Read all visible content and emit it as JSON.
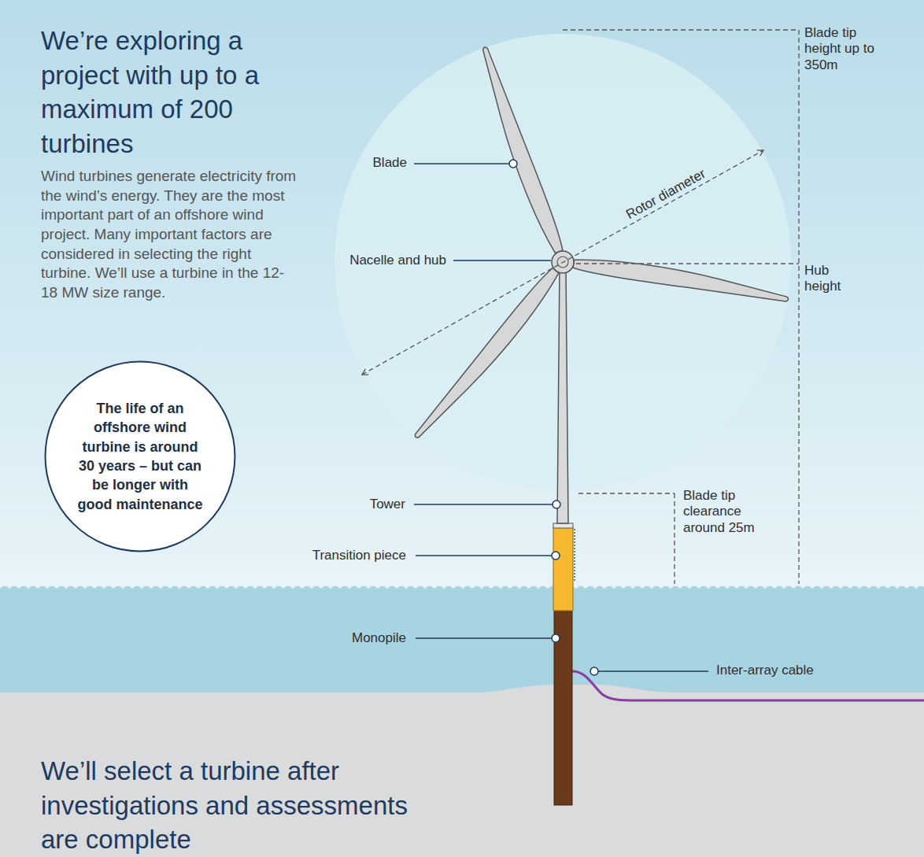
{
  "diagram": {
    "title": "We’re exploring a project with up to a maximum of 200 turbines",
    "nodes": [
      {
        "text": [
          "The life of an offshore wind turbine is around 30 years – but can be longer with good maintenance"
        ]
      }
    ],
    "labels": [
      "Wind turbines generate electricity from the wind’s energy. They are the most important part of an offshore wind project. Many important factors are considered in selecting the right turbine. We’ll use a turbine in the 12-18 MW size range.",
      "We’ll select a turbine after investigations and assessments are complete",
      "Blade",
      "Nacelle and hub",
      "Rotor diameter",
      "Tower",
      "Transition piece",
      "Monopile",
      "Inter-array cable",
      "Blade tip height up to 350m",
      "Hub height",
      "Blade tip clearance around 25m"
    ]
  }
}
